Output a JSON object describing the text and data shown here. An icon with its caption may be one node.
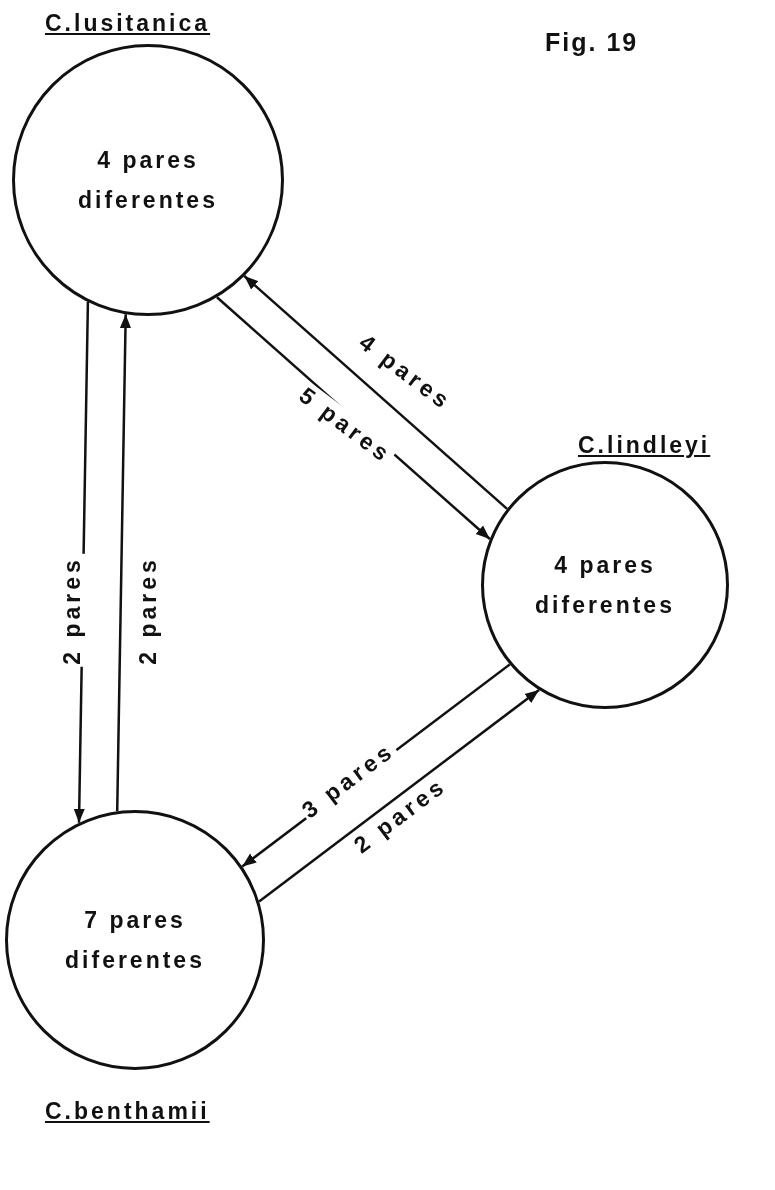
{
  "diagram": {
    "title": "Fig. 19",
    "nodes": [
      {
        "text": [
          "4 pares diferentes"
        ],
        "beside": [
          "C.lusitanica"
        ]
      },
      {
        "text": [
          "4 pares diferentes"
        ],
        "beside": [
          "C.lindleyi"
        ]
      },
      {
        "text": [
          "7 pares diferentes"
        ],
        "beside": [
          "C.benthamii"
        ]
      }
    ],
    "edges": [
      {
        "from": 0,
        "to": 1,
        "arrow": "to",
        "label": "5 pares"
      },
      {
        "from": 1,
        "to": 0,
        "arrow": "to",
        "label": "4 pares"
      },
      {
        "from": 0,
        "to": 2,
        "arrow": "to",
        "label": "2 pares"
      },
      {
        "from": 2,
        "to": 0,
        "arrow": "to",
        "label": "2 pares"
      },
      {
        "from": 1,
        "to": 2,
        "arrow": "to",
        "label": "3 pares"
      },
      {
        "from": 2,
        "to": 1,
        "arrow": "to",
        "label": "2 pares"
      }
    ]
  }
}
